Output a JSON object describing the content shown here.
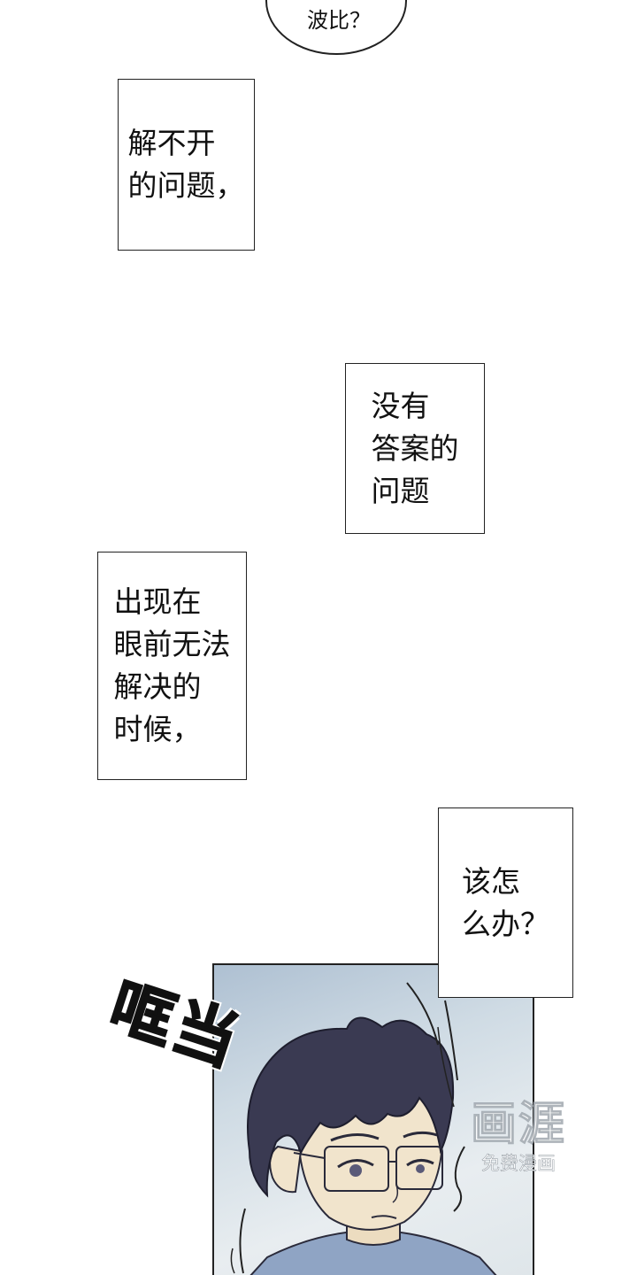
{
  "bubble": {
    "text": "波比？"
  },
  "captions": [
    {
      "text": "解不开\n的问题，"
    },
    {
      "text": "没有\n答案的\n问题"
    },
    {
      "text": "出现在\n眼前无法\n解决的\n时候，"
    },
    {
      "text": "该怎\n么办？"
    }
  ],
  "sfx": {
    "text": "哐当"
  },
  "watermark": {
    "logo": "画涯",
    "sub": "免费漫画"
  },
  "colors": {
    "hair": "#3a3a52",
    "skin": "#f1e4cc",
    "shirt": "#8fa4c4",
    "panel_sky": "#cfdbe4",
    "ink": "#222222"
  }
}
